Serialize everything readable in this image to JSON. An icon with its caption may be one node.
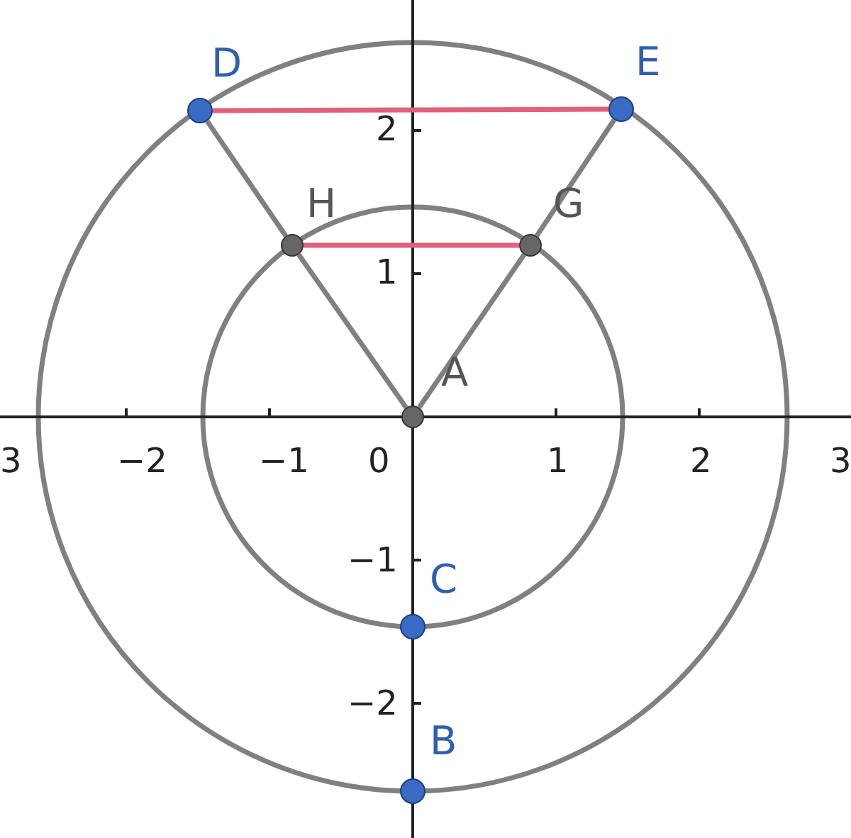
{
  "diagram": {
    "nodes": [
      {
        "text": [
          "D"
        ]
      },
      {
        "text": [
          "E"
        ]
      },
      {
        "text": [
          "H"
        ]
      },
      {
        "text": [
          "G"
        ]
      },
      {
        "text": [
          "A"
        ]
      },
      {
        "text": [
          "C"
        ]
      },
      {
        "text": [
          "B"
        ]
      }
    ],
    "edges": [
      {
        "from": 0,
        "to": 1,
        "arrow": "none",
        "color": "#e0607e"
      },
      {
        "from": 0,
        "to": 2,
        "arrow": "none"
      },
      {
        "from": 2,
        "to": 4,
        "arrow": "none"
      },
      {
        "from": 1,
        "to": 3,
        "arrow": "none"
      },
      {
        "from": 3,
        "to": 4,
        "arrow": "none"
      },
      {
        "from": 2,
        "to": 3,
        "arrow": "none",
        "color": "#e0607e"
      }
    ],
    "labels": [
      "2",
      "1",
      "3",
      "−2",
      "−1",
      "0",
      "1",
      "2",
      "3",
      "−1",
      "−2"
    ]
  }
}
